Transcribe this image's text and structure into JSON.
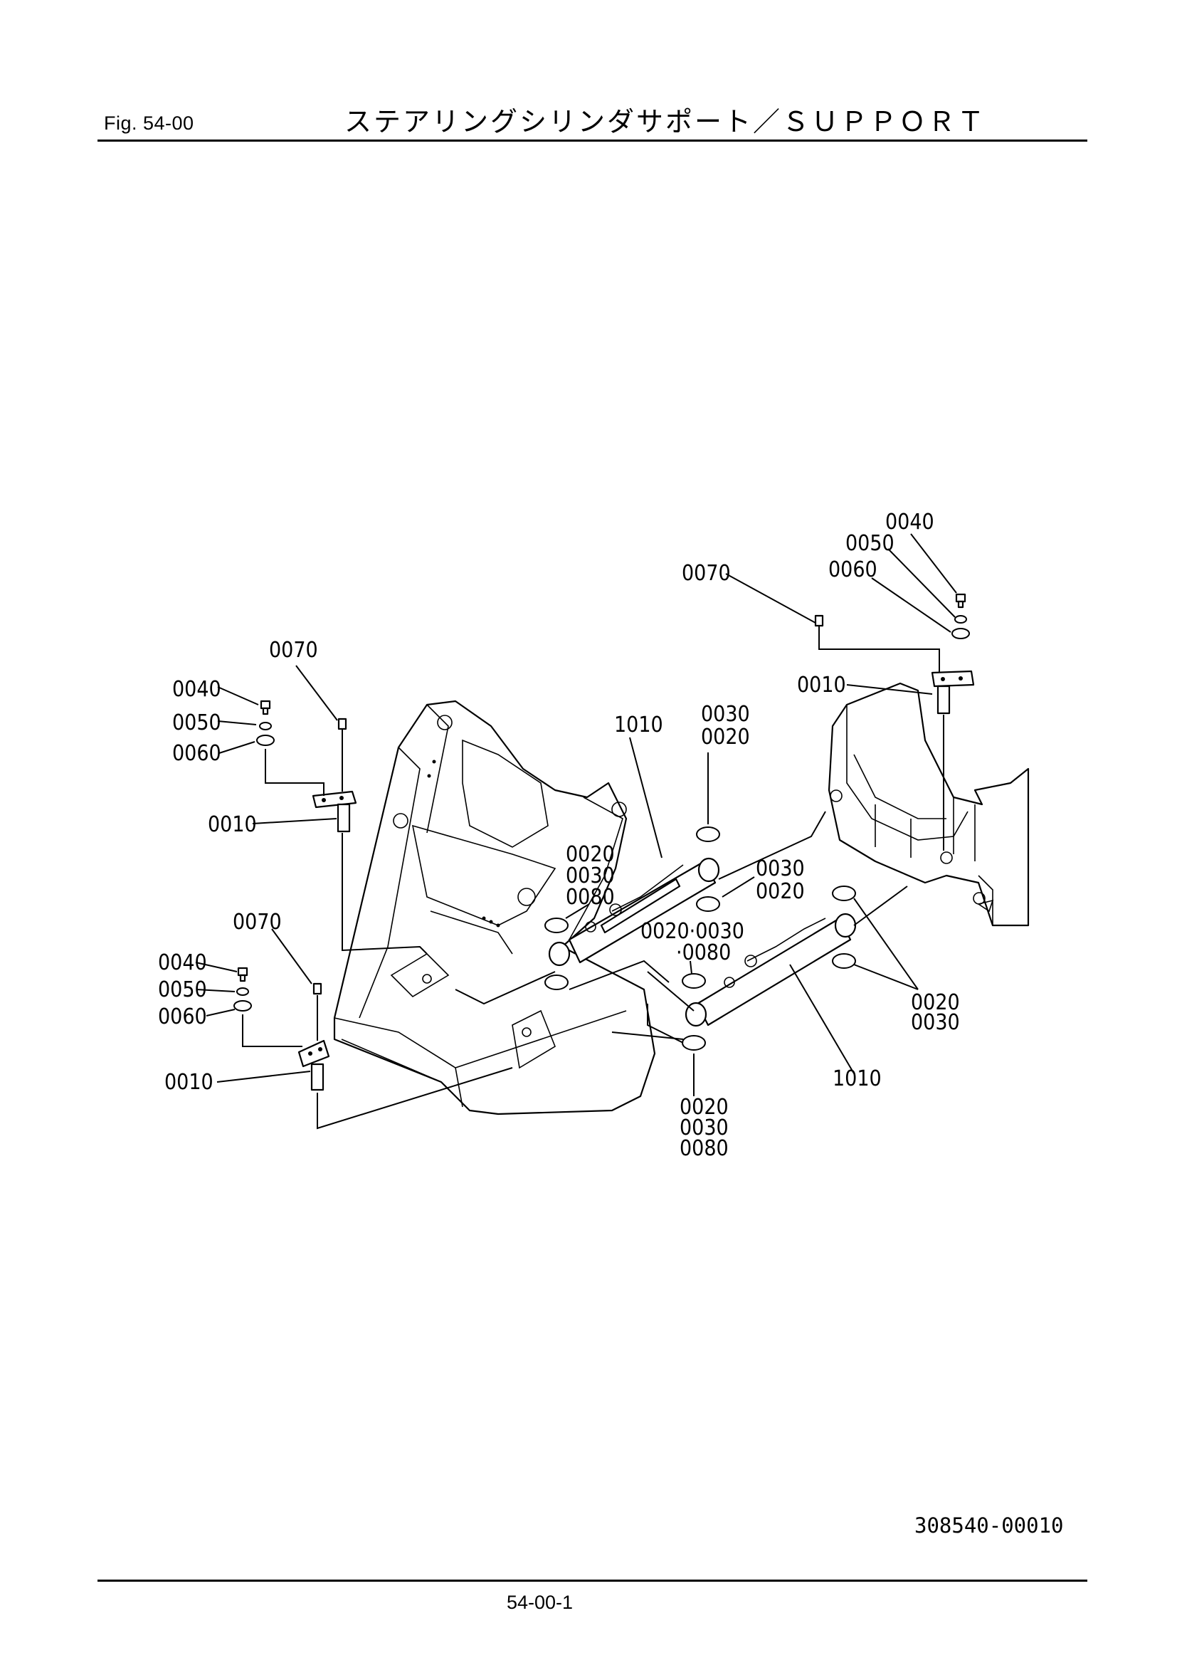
{
  "header": {
    "fig_label": "Fig.  54-00",
    "title": "ステアリングシリンダサポート／ＳＵＰＰＯＲＴ"
  },
  "diagram": {
    "callouts": {
      "c1": "0040",
      "c2": "0050",
      "c3": "0070",
      "c4": "0060",
      "c5": "0010",
      "c6": "0070",
      "c7": "0040",
      "c8": "0050",
      "c9": "0060",
      "c10": "0010",
      "c11": "1010",
      "c12": "0030",
      "c13": "0020",
      "c14": "0020",
      "c15": "0030",
      "c16": "0080",
      "c17": "0030",
      "c18": "0020",
      "c19": "0070",
      "c20": "0040",
      "c21": "0050",
      "c22": "0060",
      "c23": "0010",
      "c24": "0020·0030",
      "c25": "·0080",
      "c26": "0020",
      "c27": "0030",
      "c28": "1010",
      "c29": "0020",
      "c30": "0030",
      "c31": "0080"
    }
  },
  "footer": {
    "drawing_number": "308540-00010",
    "page_number": "54-00-1"
  }
}
